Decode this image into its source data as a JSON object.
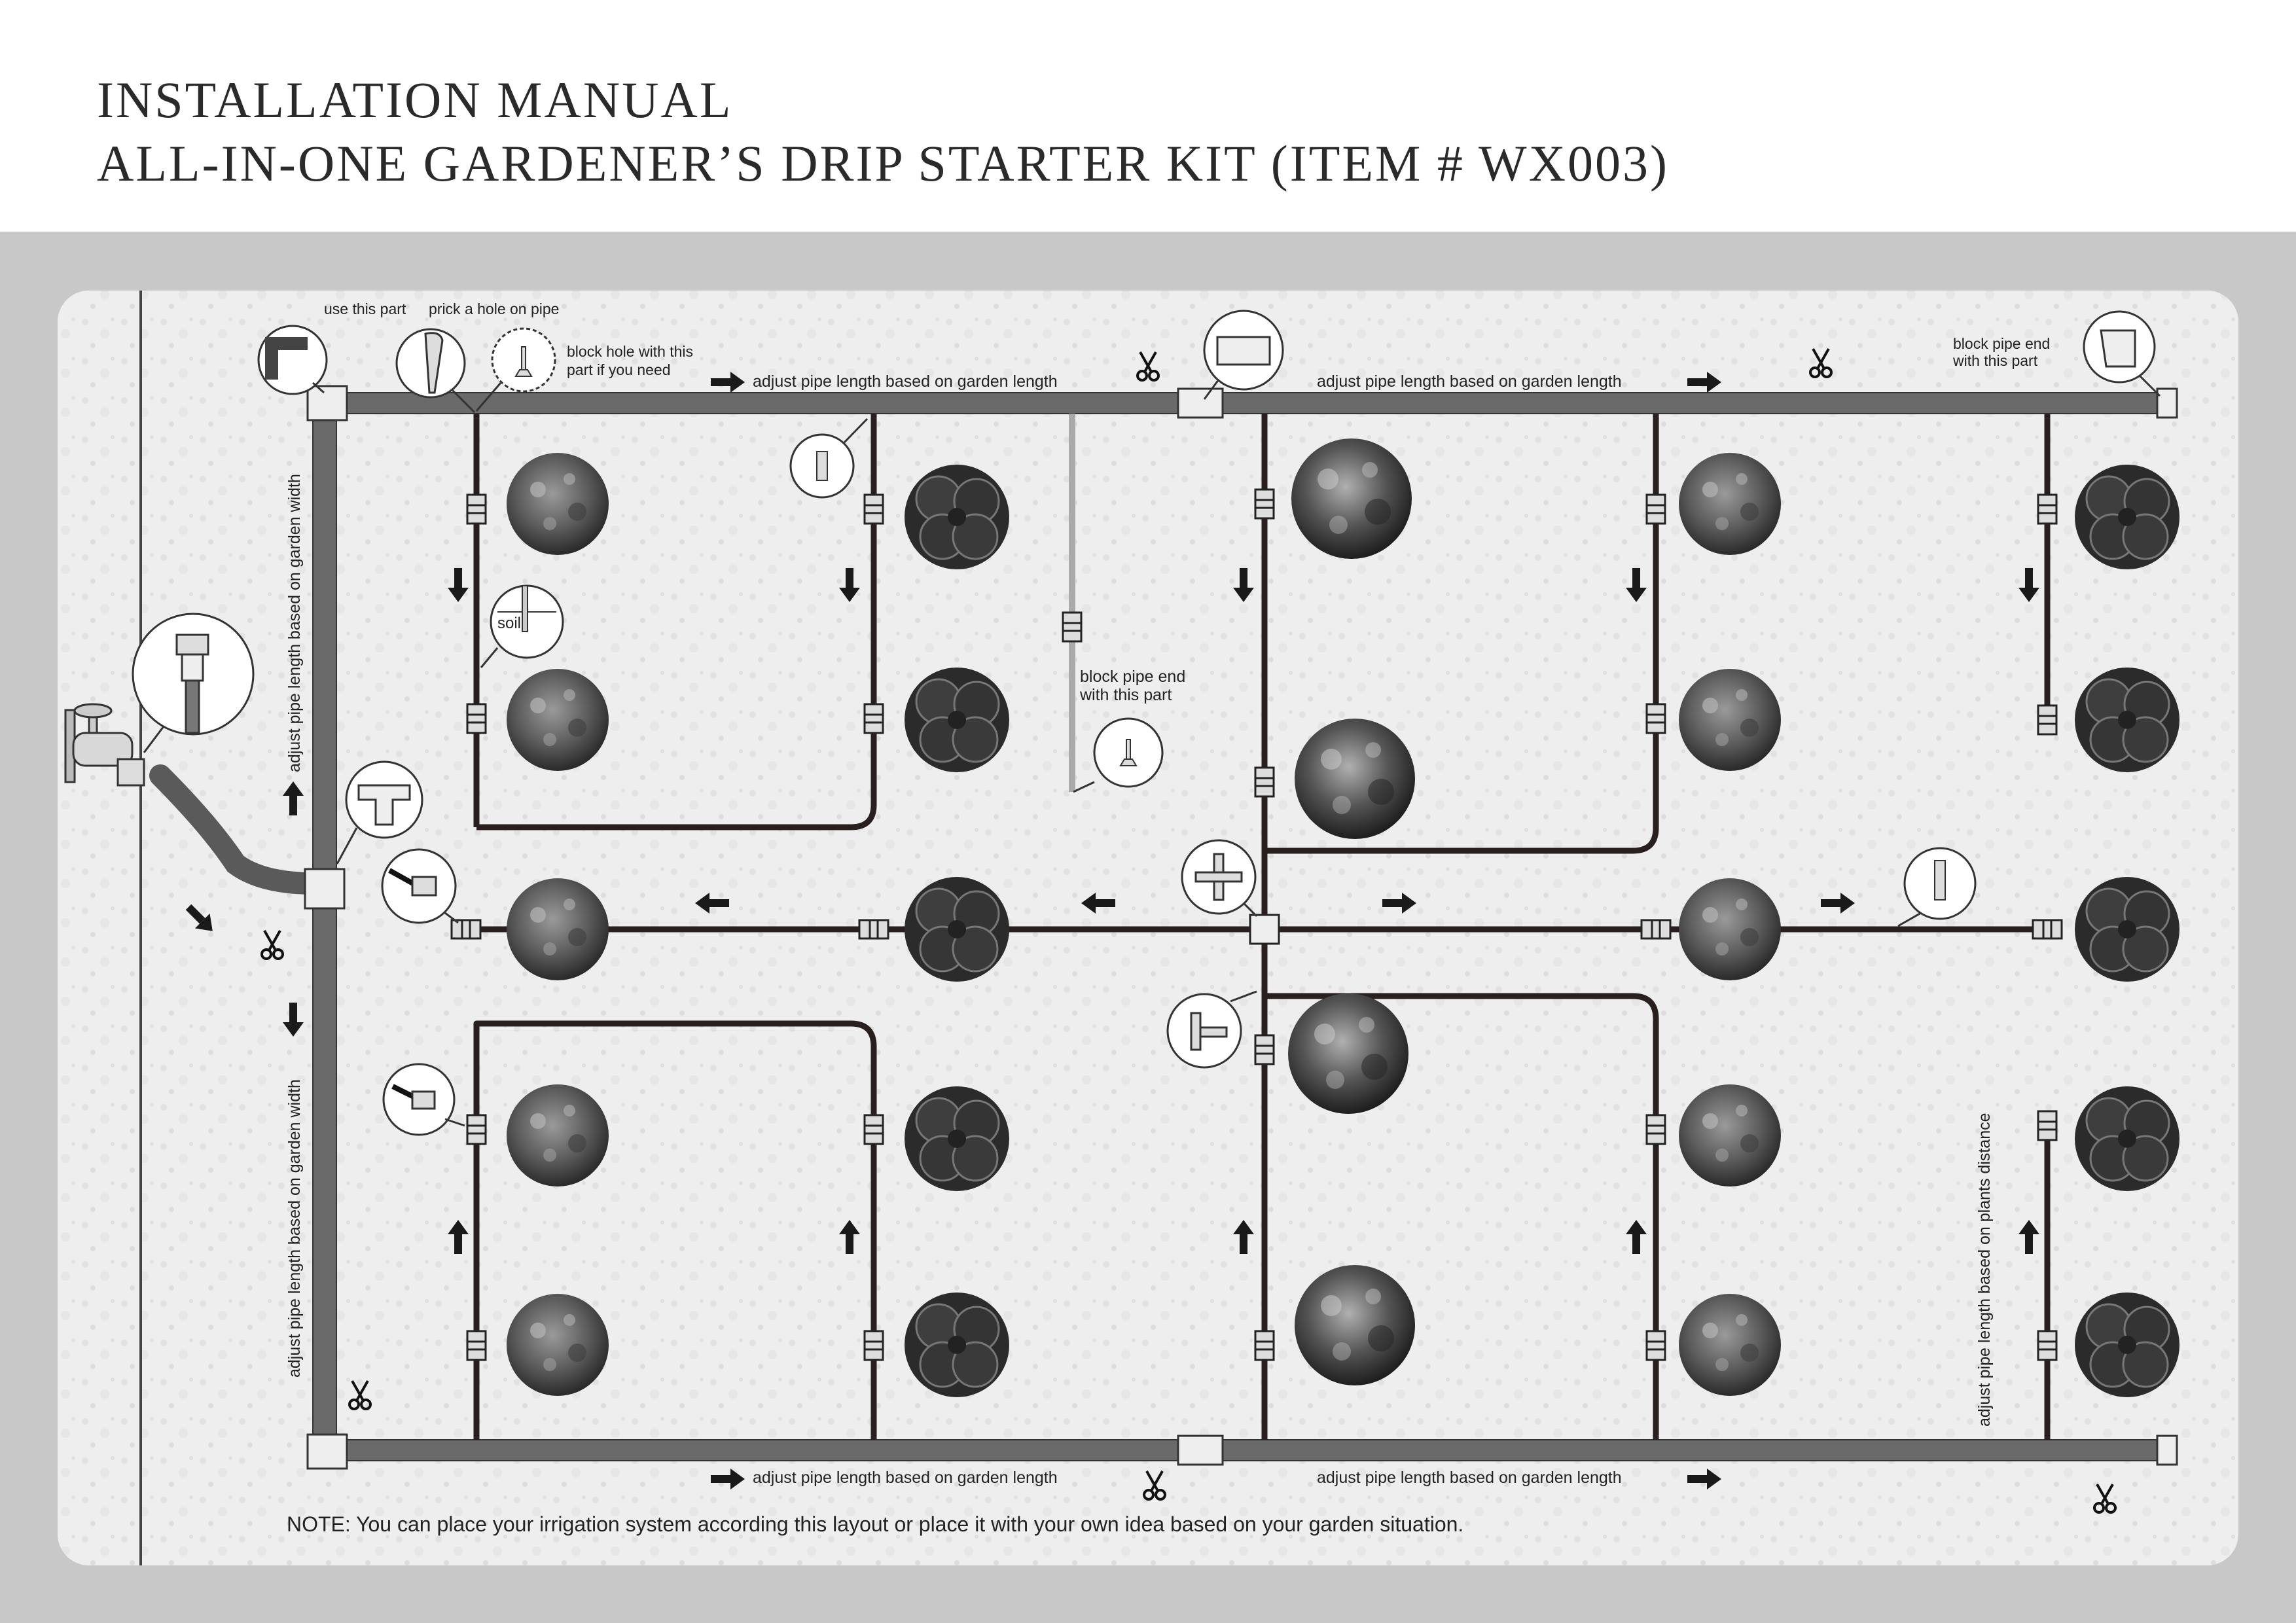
{
  "header": {
    "title_line1": "INSTALLATION MANUAL",
    "title_line2": "ALL-IN-ONE GARDENER’S DRIP STARTER KIT (ITEM # WX003)"
  },
  "labels": {
    "use_part": "use this part",
    "prick_hole": "prick a hole on pipe",
    "block_hole_1": "block hole with this",
    "block_hole_2": "part if you need",
    "adjust_length_garden": "adjust pipe length  based on garden length",
    "block_end_1": "block pipe end",
    "block_end_2": "with this part",
    "adjust_width_garden": "adjust pipe length  based on garden width",
    "soil": "soil",
    "adjust_plants_distance": "adjust pipe length  based on plants distance",
    "note": "NOTE: You can place your irrigation system according this layout or place it with your own idea based on your garden situation."
  },
  "colors": {
    "background_band": "#c8c8c8",
    "panel": "#efefef",
    "main_pipe": "#6a6a6a",
    "drip_line": "#2a1f1f",
    "text": "#222222"
  },
  "icons": [
    "faucet-icon",
    "scissors-icon",
    "arrow-icon",
    "plant-icon",
    "shrub-icon",
    "elbow-fitting-icon",
    "tee-fitting-icon",
    "coupling-icon",
    "end-cap-icon",
    "punch-tool-icon",
    "goof-plug-icon",
    "stake-icon",
    "cross-fitting-icon",
    "dripper-icon"
  ]
}
